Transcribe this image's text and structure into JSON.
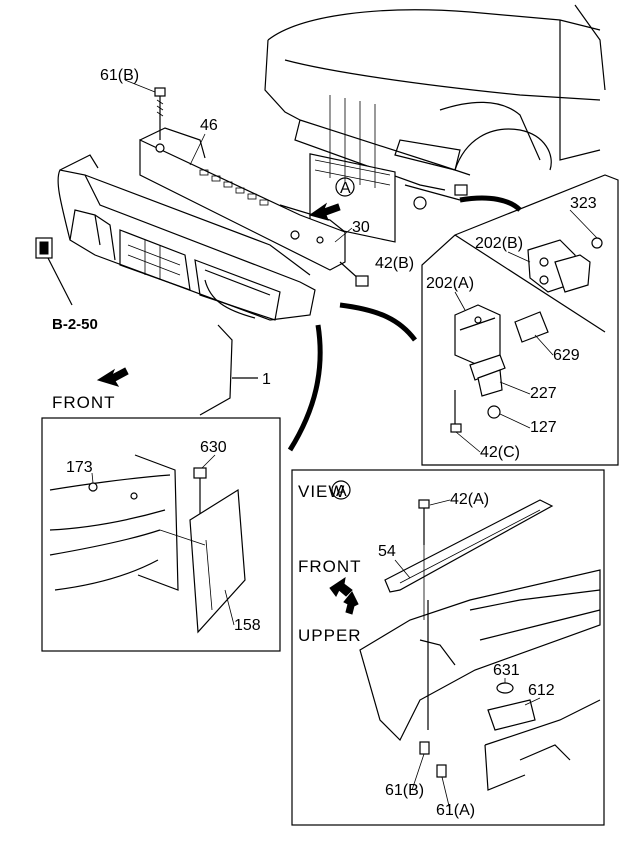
{
  "callouts": {
    "c61b_top": "61(B)",
    "c46": "46",
    "c30": "30",
    "c42b": "42(B)",
    "c323": "323",
    "c202b": "202(B)",
    "c202a": "202(A)",
    "c629": "629",
    "c227": "227",
    "c127": "127",
    "c42c": "42(C)",
    "c1": "1",
    "c173": "173",
    "c630": "630",
    "c158": "158",
    "c42a": "42(A)",
    "c54": "54",
    "c631": "631",
    "c612": "612",
    "c61b_bot": "61(B)",
    "c61a": "61(A)"
  },
  "view_marker": "A",
  "reference": "B-2-50",
  "direction_labels": {
    "front_main": "FRONT",
    "view_title": "VIEW",
    "front_view": "FRONT",
    "upper_view": "UPPER"
  }
}
